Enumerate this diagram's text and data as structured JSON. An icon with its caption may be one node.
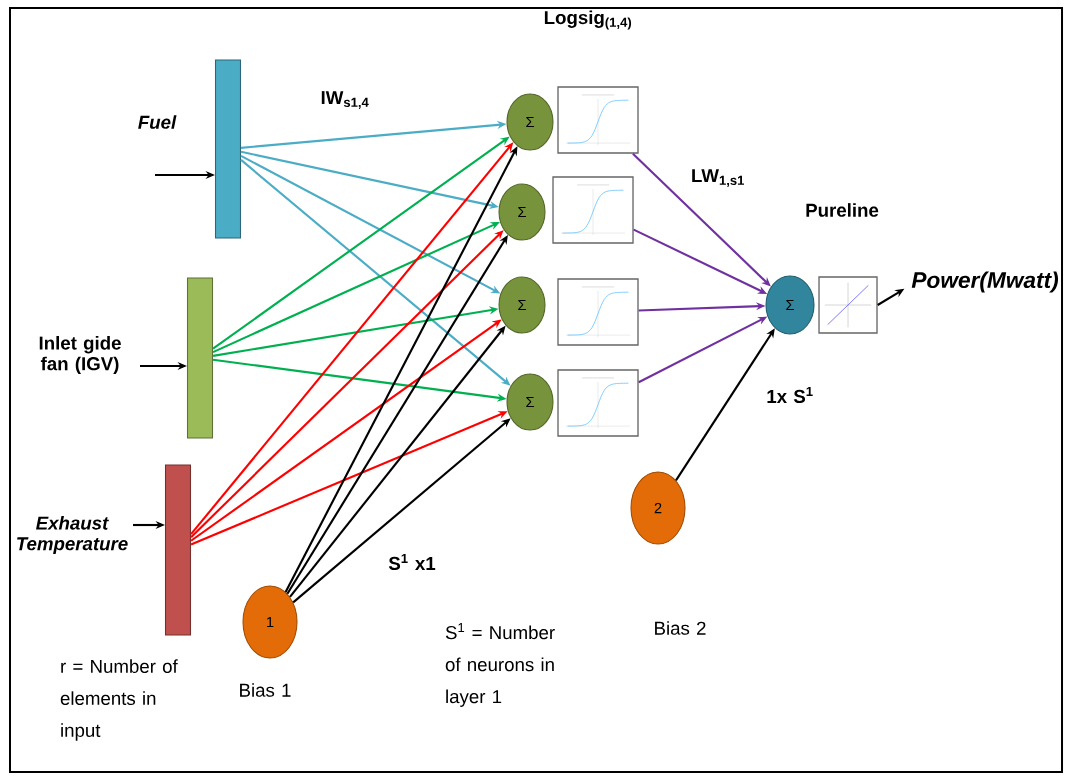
{
  "diagram": {
    "nodes": [
      {
        "text": [],
        "shape": "bar",
        "beside": [
          "Fuel"
        ]
      },
      {
        "text": [],
        "shape": "bar",
        "beside": [
          "Inlet gide fan (IGV)"
        ]
      },
      {
        "text": [],
        "shape": "bar",
        "beside": [
          "Exhaust Temperature"
        ]
      },
      {
        "text": [
          "Σ"
        ]
      },
      {
        "text": [
          "Σ"
        ]
      },
      {
        "text": [
          "Σ"
        ]
      },
      {
        "text": [
          "Σ"
        ]
      },
      {
        "text": [],
        "shape": "picture"
      },
      {
        "text": [],
        "shape": "picture"
      },
      {
        "text": [],
        "shape": "picture"
      },
      {
        "text": [],
        "shape": "picture"
      },
      {
        "text": [
          "Σ"
        ]
      },
      {
        "text": [],
        "shape": "picture"
      },
      {
        "text": [
          "1"
        ],
        "beside": [
          "Bias 1"
        ]
      },
      {
        "text": [
          "2"
        ]
      },
      {
        "text": [
          "Power(Mwatt)"
        ]
      }
    ],
    "edges": [
      {
        "from": null,
        "to": 0,
        "arrow": "to",
        "color": "#000000"
      },
      {
        "from": null,
        "to": 1,
        "arrow": "to",
        "color": "#000000"
      },
      {
        "from": null,
        "to": 2,
        "arrow": "to",
        "color": "#000000"
      },
      {
        "from": 0,
        "to": 3,
        "arrow": "to",
        "color": "#4bacc6"
      },
      {
        "from": 0,
        "to": 4,
        "arrow": "to",
        "color": "#4bacc6"
      },
      {
        "from": 0,
        "to": 5,
        "arrow": "to",
        "color": "#4bacc6"
      },
      {
        "from": 0,
        "to": 6,
        "arrow": "to",
        "color": "#4bacc6"
      },
      {
        "from": 1,
        "to": 3,
        "arrow": "to",
        "color": "#00b050"
      },
      {
        "from": 1,
        "to": 4,
        "arrow": "to",
        "color": "#00b050"
      },
      {
        "from": 1,
        "to": 5,
        "arrow": "to",
        "color": "#00b050"
      },
      {
        "from": 1,
        "to": 6,
        "arrow": "to",
        "color": "#00b050"
      },
      {
        "from": 2,
        "to": 3,
        "arrow": "to",
        "color": "#ff0000"
      },
      {
        "from": 2,
        "to": 4,
        "arrow": "to",
        "color": "#ff0000"
      },
      {
        "from": 2,
        "to": 5,
        "arrow": "to",
        "color": "#ff0000"
      },
      {
        "from": 2,
        "to": 6,
        "arrow": "to",
        "color": "#ff0000"
      },
      {
        "from": 13,
        "to": 3,
        "arrow": "to",
        "color": "#000000"
      },
      {
        "from": 13,
        "to": 4,
        "arrow": "to",
        "color": "#000000"
      },
      {
        "from": 13,
        "to": 5,
        "arrow": "to",
        "color": "#000000"
      },
      {
        "from": 13,
        "to": 6,
        "arrow": "to",
        "color": "#000000"
      },
      {
        "from": 7,
        "to": 11,
        "arrow": "to",
        "color": "#7030a0"
      },
      {
        "from": 8,
        "to": 11,
        "arrow": "to",
        "color": "#7030a0"
      },
      {
        "from": 9,
        "to": 11,
        "arrow": "to",
        "color": "#7030a0"
      },
      {
        "from": 10,
        "to": 11,
        "arrow": "to",
        "color": "#7030a0"
      },
      {
        "from": 14,
        "to": 11,
        "arrow": "to",
        "color": "#000000"
      },
      {
        "from": 12,
        "to": 15,
        "arrow": "to",
        "color": "#000000"
      }
    ],
    "labels": [
      "Logsig$_{(1,4)}$",
      "IW$_{s1,4}$",
      "LW$_{1,s1}$",
      "Pureline",
      "1x S$^{1}$",
      "S$^{1}$ x1",
      "r = Number of elements in input",
      "S$^{1}$ = Number of neurons in layer 1",
      "Bias 2"
    ]
  }
}
